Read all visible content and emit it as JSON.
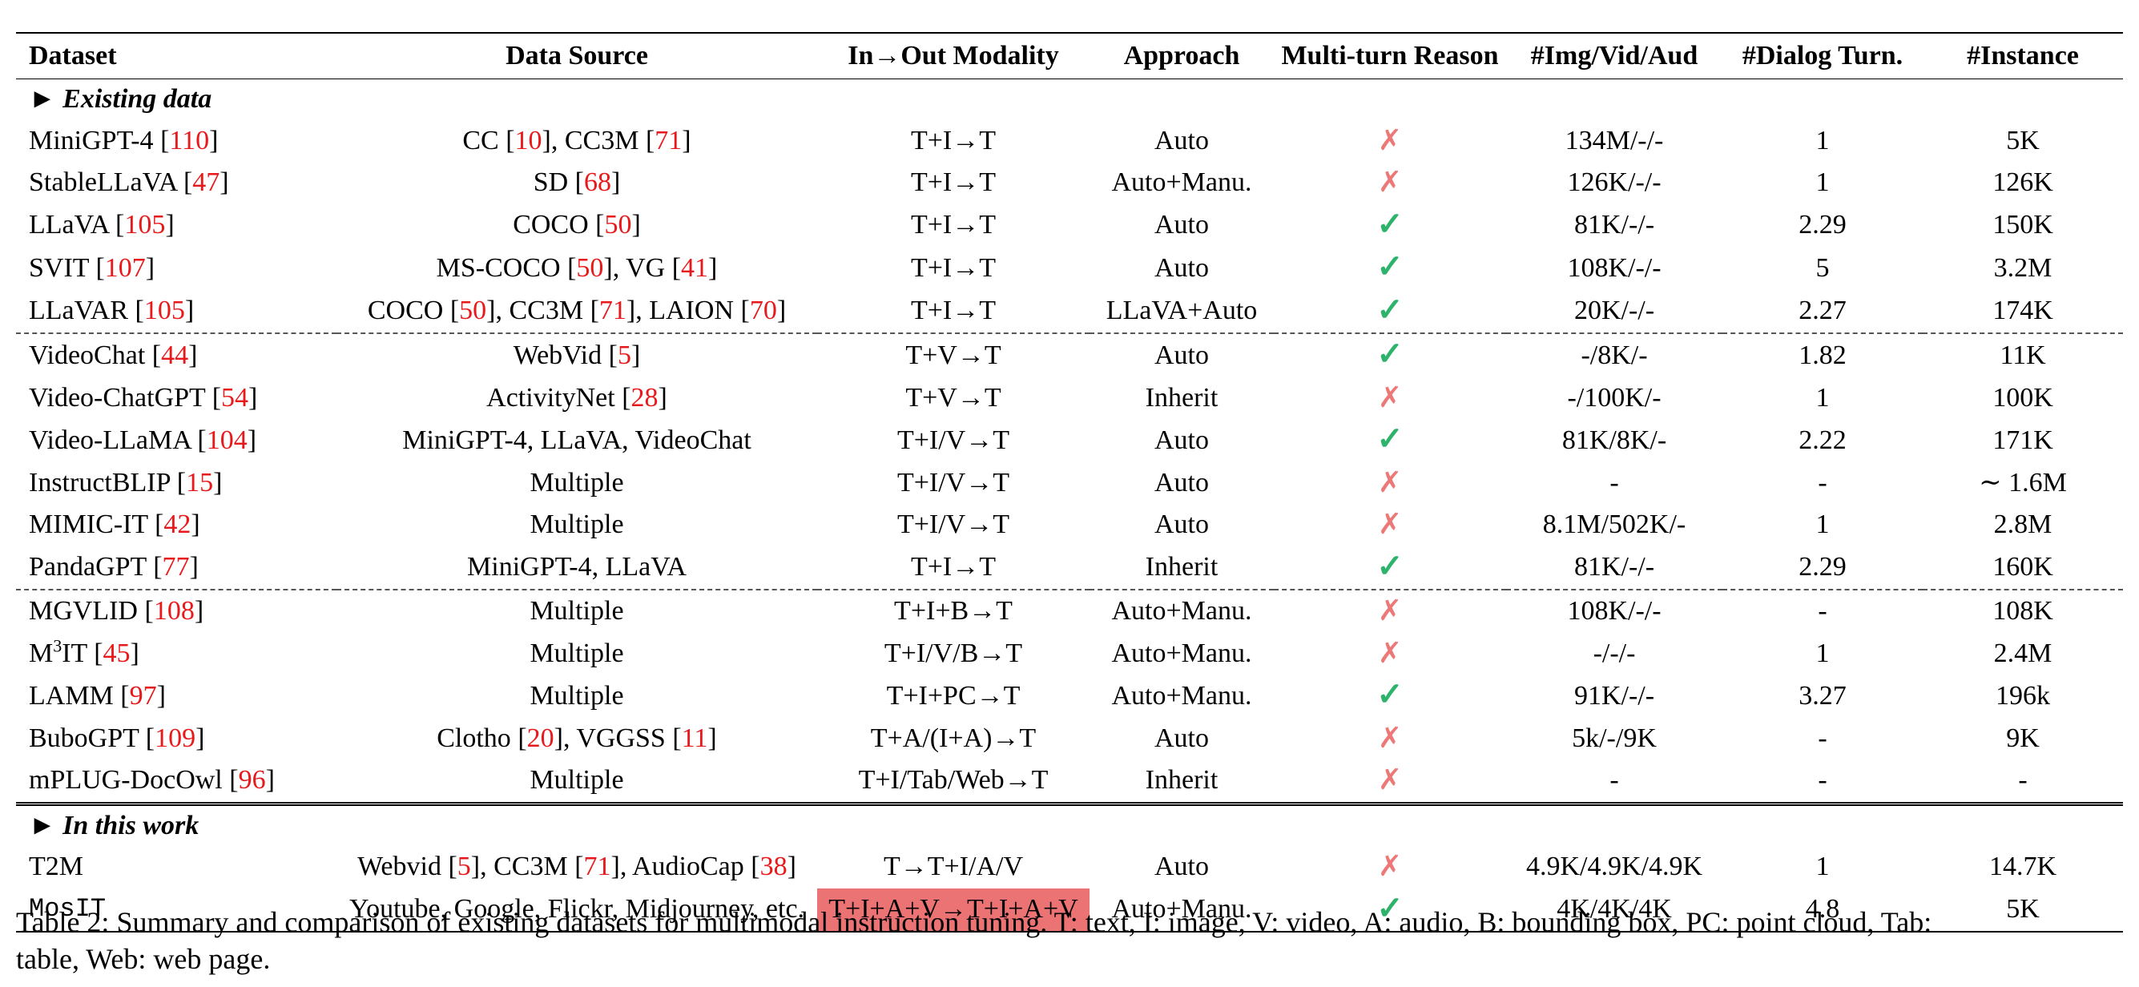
{
  "headers": [
    "Dataset",
    "Data Source",
    "In→Out Modality",
    "Approach",
    "Multi-turn Reason",
    "#Img/Vid/Aud",
    "#Dialog Turn.",
    "#Instance"
  ],
  "section_existing": "► Existing data",
  "section_this": "► In this work",
  "rows": [
    {
      "dataset": "MiniGPT-4",
      "dref": "110",
      "source": [
        [
          "CC ",
          null
        ],
        [
          "10",
          "r"
        ],
        [
          ", CC3M ",
          null
        ],
        [
          "71",
          "r"
        ]
      ],
      "modality": "T+I→T",
      "approach": "Auto",
      "reason": "cross",
      "counts": "134M/-/-",
      "turns": "1",
      "instance": "5K"
    },
    {
      "dataset": "StableLLaVA",
      "dref": "47",
      "source": [
        [
          "SD ",
          null
        ],
        [
          "68",
          "r"
        ]
      ],
      "modality": "T+I→T",
      "approach": "Auto+Manu.",
      "reason": "cross",
      "counts": "126K/-/-",
      "turns": "1",
      "instance": "126K"
    },
    {
      "dataset": "LLaVA",
      "dref": "105",
      "source": [
        [
          "COCO ",
          null
        ],
        [
          "50",
          "r"
        ]
      ],
      "modality": "T+I→T",
      "approach": "Auto",
      "reason": "check",
      "counts": "81K/-/-",
      "turns": "2.29",
      "instance": "150K"
    },
    {
      "dataset": "SVIT",
      "dref": "107",
      "source": [
        [
          "MS-COCO ",
          null
        ],
        [
          "50",
          "r"
        ],
        [
          ", VG ",
          null
        ],
        [
          "41",
          "r"
        ]
      ],
      "modality": "T+I→T",
      "approach": "Auto",
      "reason": "check",
      "counts": "108K/-/-",
      "turns": "5",
      "instance": "3.2M"
    },
    {
      "dataset": "LLaVAR",
      "dref": "105",
      "source": [
        [
          "COCO ",
          null
        ],
        [
          "50",
          "r"
        ],
        [
          ", CC3M ",
          null
        ],
        [
          "71",
          "r"
        ],
        [
          ", LAION ",
          null
        ],
        [
          "70",
          "r"
        ]
      ],
      "modality": "T+I→T",
      "approach": "LLaVA+Auto",
      "reason": "check",
      "counts": "20K/-/-",
      "turns": "2.27",
      "instance": "174K"
    },
    {
      "dataset": "VideoChat",
      "dref": "44",
      "source": [
        [
          "WebVid ",
          null
        ],
        [
          "5",
          "r"
        ]
      ],
      "modality": "T+V→T",
      "approach": "Auto",
      "reason": "check",
      "counts": "-/8K/-",
      "turns": "1.82",
      "instance": "11K",
      "sep": "dash"
    },
    {
      "dataset": "Video-ChatGPT",
      "dref": "54",
      "source": [
        [
          "ActivityNet ",
          null
        ],
        [
          "28",
          "r"
        ]
      ],
      "modality": "T+V→T",
      "approach": "Inherit",
      "reason": "cross",
      "counts": "-/100K/-",
      "turns": "1",
      "instance": "100K"
    },
    {
      "dataset": "Video-LLaMA",
      "dref": "104",
      "source": [
        [
          "MiniGPT-4, LLaVA, VideoChat",
          null
        ]
      ],
      "modality": "T+I/V→T",
      "approach": "Auto",
      "reason": "check",
      "counts": "81K/8K/-",
      "turns": "2.22",
      "instance": "171K"
    },
    {
      "dataset": "InstructBLIP",
      "dref": "15",
      "source": [
        [
          "Multiple",
          null
        ]
      ],
      "modality": "T+I/V→T",
      "approach": "Auto",
      "reason": "cross",
      "counts": "-",
      "turns": "-",
      "instance": "∼ 1.6M"
    },
    {
      "dataset": "MIMIC-IT",
      "dref": "42",
      "source": [
        [
          "Multiple",
          null
        ]
      ],
      "modality": "T+I/V→T",
      "approach": "Auto",
      "reason": "cross",
      "counts": "8.1M/502K/-",
      "turns": "1",
      "instance": "2.8M"
    },
    {
      "dataset": "PandaGPT",
      "dref": "77",
      "source": [
        [
          "MiniGPT-4, LLaVA",
          null
        ]
      ],
      "modality": "T+I→T",
      "approach": "Inherit",
      "reason": "check",
      "counts": "81K/-/-",
      "turns": "2.29",
      "instance": "160K"
    },
    {
      "dataset": "MGVLID",
      "dref": "108",
      "source": [
        [
          "Multiple",
          null
        ]
      ],
      "modality": "T+I+B→T",
      "approach": "Auto+Manu.",
      "reason": "cross",
      "counts": "108K/-/-",
      "turns": "-",
      "instance": "108K",
      "sep": "dash"
    },
    {
      "dataset": "M3IT",
      "dref": "45",
      "source": [
        [
          "Multiple",
          null
        ]
      ],
      "modality": "T+I/V/B→T",
      "approach": "Auto+Manu.",
      "reason": "cross",
      "counts": "-/-/-",
      "turns": "1",
      "instance": "2.4M",
      "sup": true
    },
    {
      "dataset": "LAMM",
      "dref": "97",
      "source": [
        [
          "Multiple",
          null
        ]
      ],
      "modality": "T+I+PC→T",
      "approach": "Auto+Manu.",
      "reason": "check",
      "counts": "91K/-/-",
      "turns": "3.27",
      "instance": "196k"
    },
    {
      "dataset": "BuboGPT",
      "dref": "109",
      "source": [
        [
          "Clotho ",
          null
        ],
        [
          "20",
          "r"
        ],
        [
          ", VGGSS ",
          null
        ],
        [
          "11",
          "r"
        ]
      ],
      "modality": "T+A/(I+A)→T",
      "approach": "Auto",
      "reason": "cross",
      "counts": "5k/-/9K",
      "turns": "-",
      "instance": "9K"
    },
    {
      "dataset": "mPLUG-DocOwl",
      "dref": "96",
      "source": [
        [
          "Multiple",
          null
        ]
      ],
      "modality": "T+I/Tab/Web→T",
      "approach": "Inherit",
      "reason": "cross",
      "counts": "-",
      "turns": "-",
      "instance": "-"
    }
  ],
  "work_rows": [
    {
      "dataset": "T2M",
      "source": [
        [
          "Webvid ",
          null
        ],
        [
          "5",
          "r"
        ],
        [
          ", CC3M ",
          null
        ],
        [
          "71",
          "r"
        ],
        [
          ", AudioCap ",
          null
        ],
        [
          "38",
          "r"
        ]
      ],
      "modality": "T→T+I/A/V",
      "approach": "Auto",
      "reason": "cross",
      "counts": "4.9K/4.9K/4.9K",
      "turns": "1",
      "instance": "14.7K"
    },
    {
      "dataset": "MosIT",
      "mono": true,
      "source": [
        [
          "Youtube, Google, Flickr, Midjourney, etc.",
          null
        ]
      ],
      "modality": "T+I+A+V→T+I+A+V",
      "highlight": true,
      "approach": "Auto+Manu.",
      "reason": "check",
      "counts": "4K/4K/4K",
      "turns": "4.8",
      "instance": "5K"
    }
  ],
  "symbols": {
    "cross": "✗",
    "check": "✓"
  },
  "colors": {
    "ref": "#e8191b",
    "cross": "#ec7878",
    "check": "#2db36b",
    "highlight": "#ec7373"
  },
  "caption_line1": "Table 2: Summary and comparison of existing datasets for multimodal instruction tuning. T: text, I: image, V: video, A: audio, B: bounding box, PC: point cloud, Tab:",
  "caption_line2": "table, Web: web page."
}
